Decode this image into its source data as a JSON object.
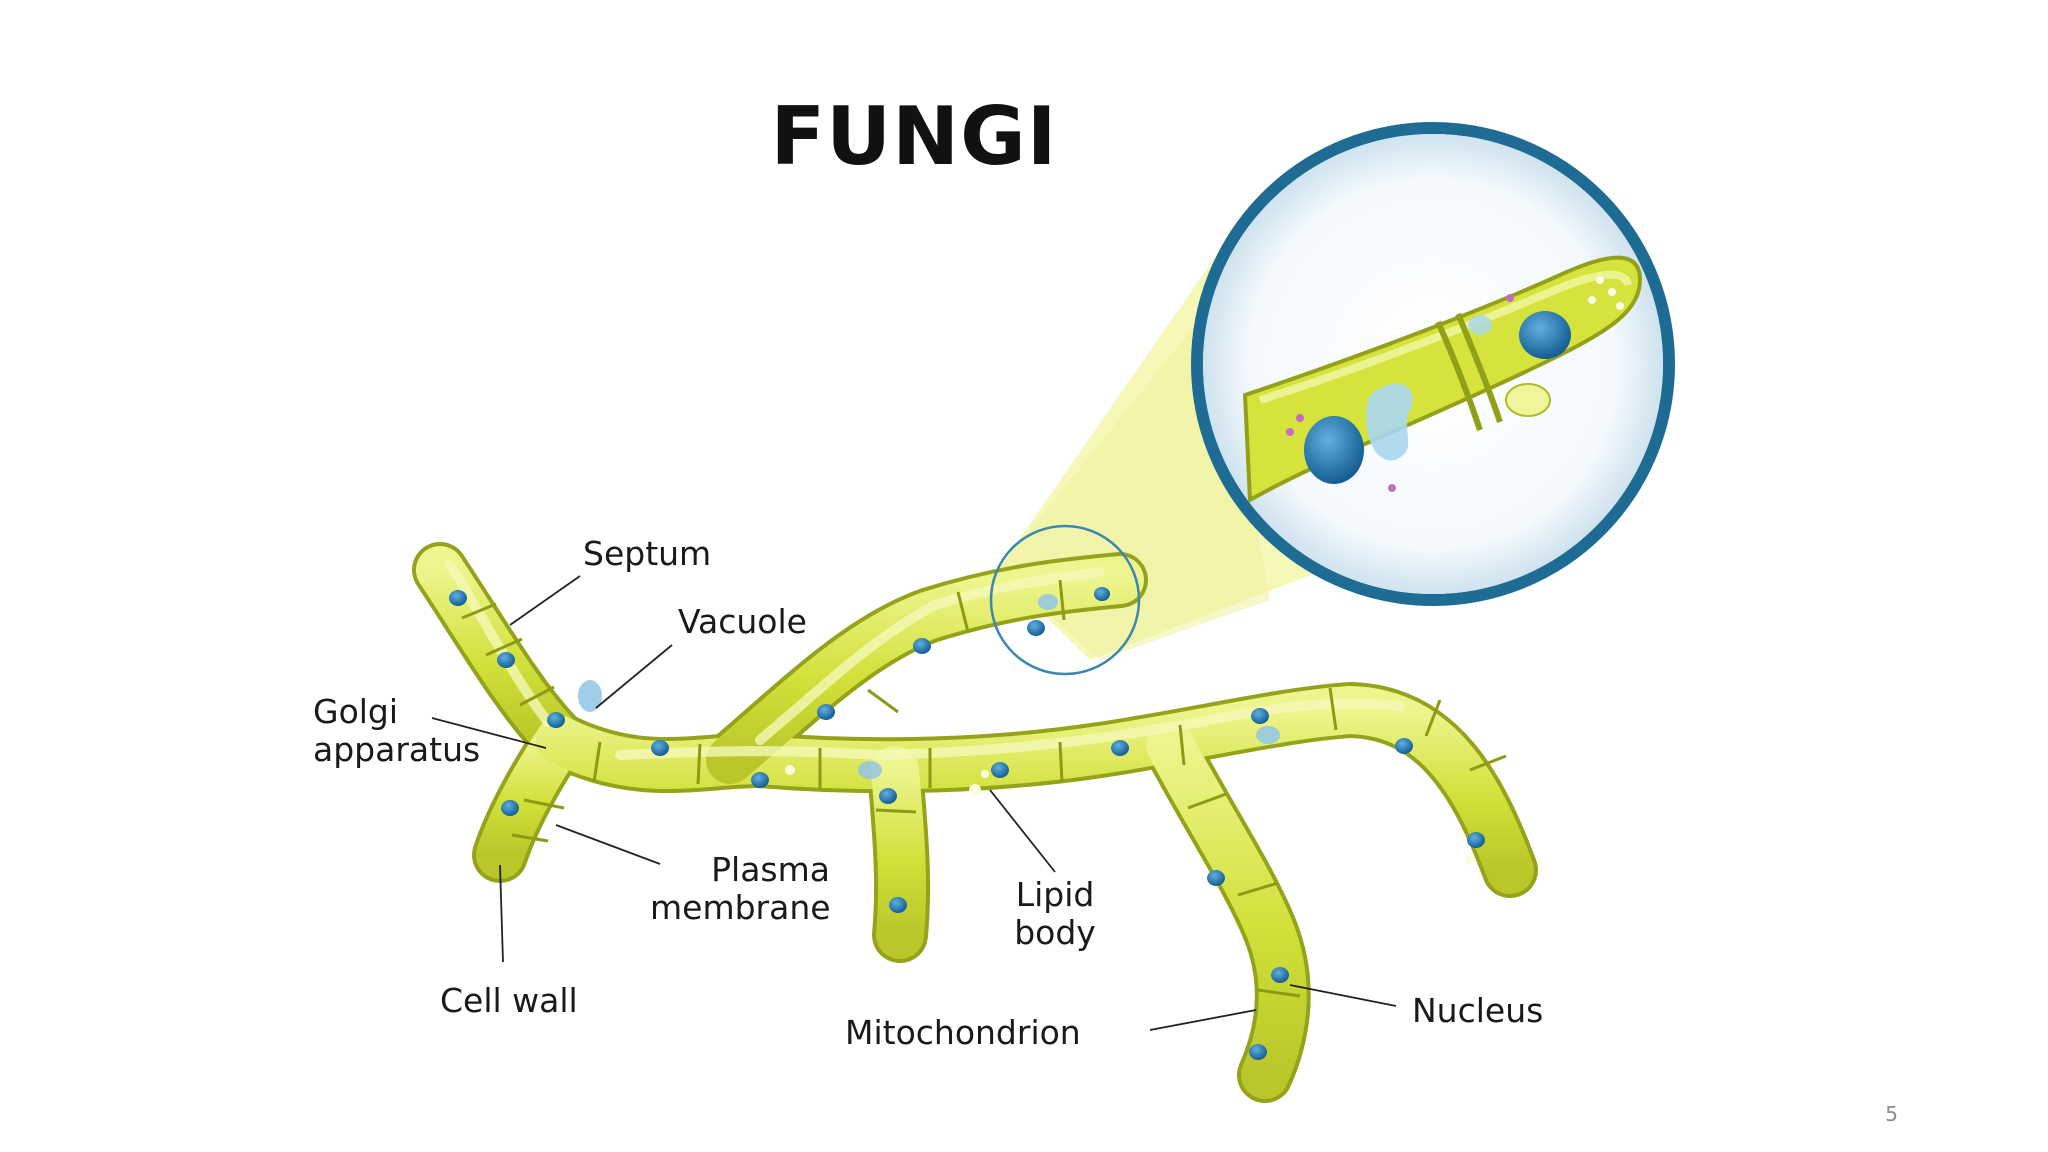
{
  "title": "FUNGI",
  "labels": {
    "septum": "Septum",
    "vacuole": "Vacuole",
    "golgi_line1": "Golgi",
    "golgi_line2": "apparatus",
    "plasma_line1": "Plasma",
    "plasma_line2": "membrane",
    "lipid_line1": "Lipid",
    "lipid_line2": "body",
    "cell_wall": "Cell wall",
    "mitochondrion": "Mitochondrion",
    "nucleus": "Nucleus"
  },
  "page_number": "5",
  "colors": {
    "hypha_fill": "#d4e23c",
    "hypha_light": "#e9f27a",
    "hypha_edge": "#9aa81a",
    "nucleus": "#1f6fa8",
    "vacuole": "#8fc6e6",
    "zoom_cone": "#f7f9b8",
    "lens_ring": "#1e6c93"
  }
}
